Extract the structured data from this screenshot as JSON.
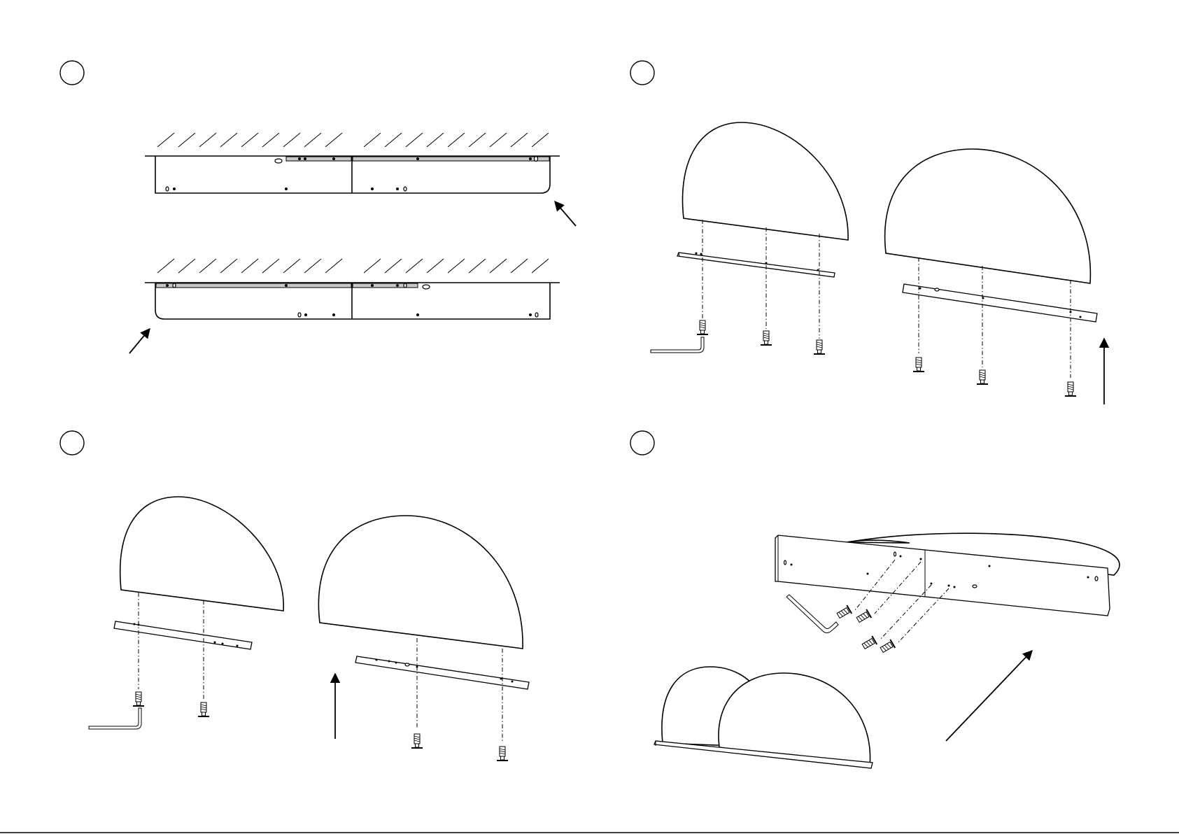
{
  "document": {
    "type": "assembly-instructions",
    "steps": [
      {
        "id": "step-1",
        "number": ""
      },
      {
        "id": "step-2",
        "number": ""
      },
      {
        "id": "step-3",
        "number": ""
      },
      {
        "id": "step-4",
        "number": ""
      }
    ],
    "colors": {
      "line": "#000000",
      "rail": "#c8c8c8",
      "background": "#ffffff"
    },
    "icons": [
      "screw-icon",
      "hex-key-icon",
      "arrow-icon",
      "wall-hatch"
    ]
  }
}
